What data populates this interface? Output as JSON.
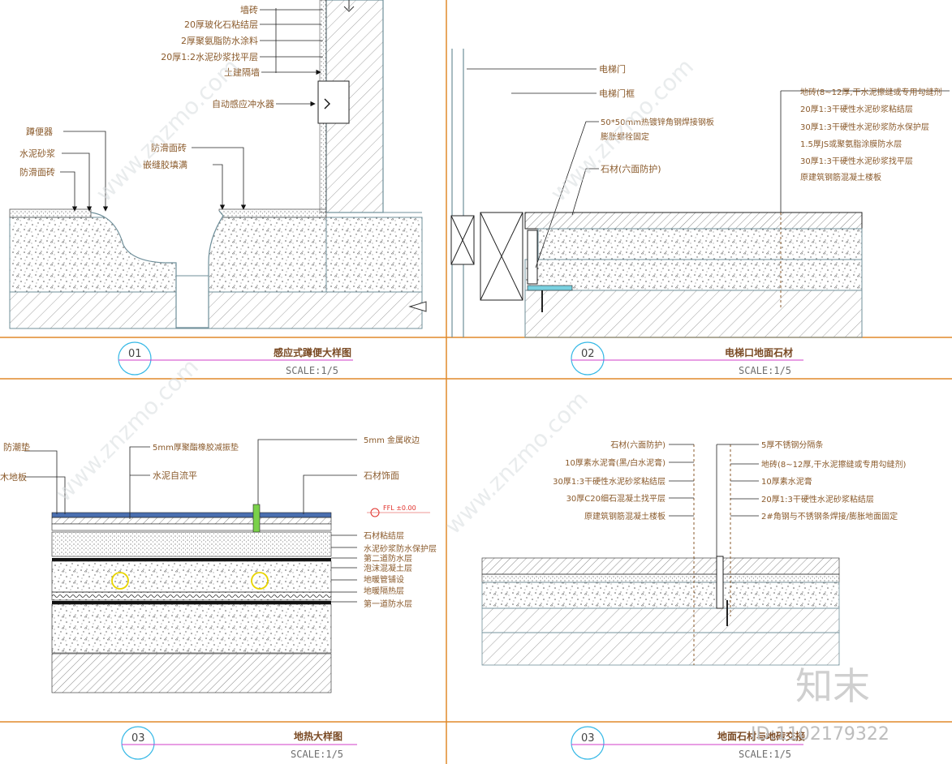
{
  "colors": {
    "frame": "#e08a2a",
    "line": "#6f8f9a",
    "leader": "#222222",
    "label": "#8a5a2b",
    "circle": "#35b8e6",
    "magenta": "#d23cc8",
    "hatch": "#9a9a9a"
  },
  "panel1": {
    "num": "01",
    "title": "感应式蹲便大样图",
    "scale": "SCALE:1/5",
    "labels": [
      "墙砖",
      "20厚玻化石粘结层",
      "2厚聚氨脂防水涂料",
      "20厚1:2水泥砂浆找平层",
      "土建隔墙",
      "自动感应冲水器",
      "蹲便器",
      "水泥砂浆",
      "防滑面砖",
      "防滑面砖",
      "嵌缝胶填满"
    ]
  },
  "panel2": {
    "num": "02",
    "title": "电梯口地面石材",
    "scale": "SCALE:1/5",
    "labels": [
      "电梯门",
      "电梯门框",
      "50*50mm热镀锌角钢焊接钢板",
      "膨胀螺栓固定",
      "石材(六面防护)",
      "地砖(8~12厚,干水泥擦缝或专用勾缝剂",
      "20厚1:3干硬性水泥砂浆粘结层",
      "30厚1:3干硬性水泥砂浆防水保护层",
      "1.5厚JS或聚氨脂涂膜防水层",
      "30厚1:3干硬性水泥砂浆找平层",
      "原建筑钢筋混凝土楼板"
    ]
  },
  "panel3": {
    "num": "03",
    "title": "地热大样图",
    "scale": "SCALE:1/5",
    "labels": [
      "防潮垫",
      "木地板",
      "5mm厚聚酯橡胶减振垫",
      "水泥自流平",
      "5mm 金属收边",
      "石材饰面",
      "石材粘结层",
      "水泥砂浆防水保护层",
      "第二道防水层",
      "泡沫混凝土层",
      "地暖管铺设",
      "地暖隔热层",
      "第一道防水层"
    ],
    "ffl": "FFL ±0.00"
  },
  "panel4": {
    "num": "03",
    "title": "地面石材与地砖交接",
    "scale": "SCALE:1/5",
    "labels": [
      "石材(六面防护)",
      "10厚素水泥膏(黑/白水泥膏)",
      "30厚1:3干硬性水泥砂浆粘结层",
      "30厚C20细石混凝土找平层",
      "原建筑钢筋混凝土楼板",
      "5厚不锈钢分隔条",
      "地砖(8~12厚,干水泥擦缝或专用勾缝剂)",
      "10厚素水泥膏",
      "20厚1:3干硬性水泥砂浆粘结层",
      "2#角钢与不锈钢条焊接/膨胀地面固定"
    ]
  },
  "watermarks": {
    "site": "www.znzmo.com",
    "brand": "知末",
    "id": "ID:1102179322"
  }
}
